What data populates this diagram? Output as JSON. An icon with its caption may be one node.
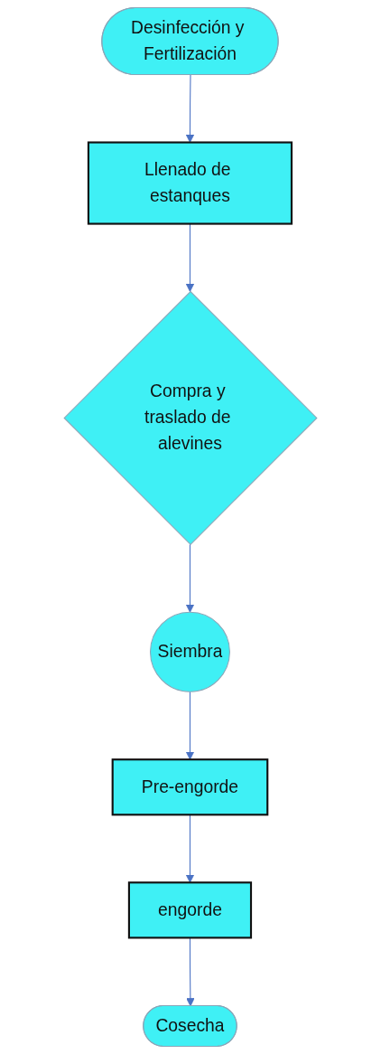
{
  "diagram": {
    "nodes": [
      {
        "text": [
          "Desinfección y Fertilización"
        ]
      },
      {
        "text": [
          "Llenado de estanques"
        ]
      },
      {
        "text": [
          "Compra y traslado de alevines"
        ]
      },
      {
        "text": [
          "Siembra"
        ]
      },
      {
        "text": [
          "Pre-engorde"
        ]
      },
      {
        "text": [
          "engorde"
        ]
      },
      {
        "text": [
          "Cosecha"
        ]
      }
    ],
    "edges": [
      {
        "from": 0,
        "to": 1,
        "arrow": "to"
      },
      {
        "from": 1,
        "to": 2,
        "arrow": "to"
      },
      {
        "from": 2,
        "to": 3,
        "arrow": "to"
      },
      {
        "from": 3,
        "to": 4,
        "arrow": "to"
      },
      {
        "from": 4,
        "to": 5,
        "arrow": "to"
      },
      {
        "from": 5,
        "to": 6,
        "arrow": "to"
      }
    ]
  }
}
